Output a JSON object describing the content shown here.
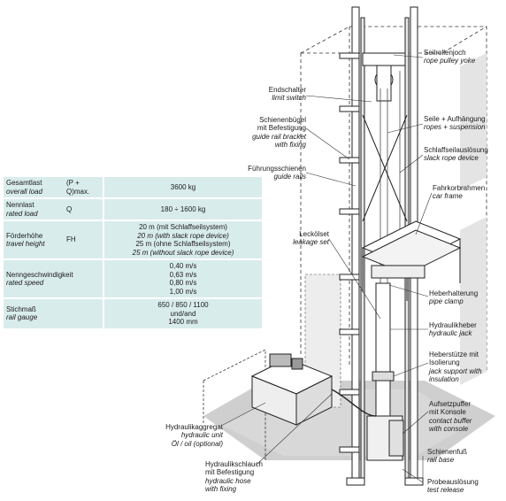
{
  "specs": [
    {
      "label_de": "Gesamtlast",
      "label_en": "overall load",
      "symbol": "(P + Q)max.",
      "values": [
        "3600 kg"
      ],
      "italic_lines": []
    },
    {
      "label_de": "Nennlast",
      "label_en": "rated load",
      "symbol": "Q",
      "values": [
        "180 ÷ 1600 kg"
      ],
      "italic_lines": []
    },
    {
      "label_de": "Förderhöhe",
      "label_en": "travel height",
      "symbol": "FH",
      "values": [
        "20 m (mit Schlaffseilsystem)",
        "20 m (with slack rope device)",
        "25 m (ohne Schlaffseilsystem)",
        "25 m (without slack rope device)"
      ],
      "italic_lines": [
        1,
        3
      ]
    },
    {
      "label_de": "Nenngeschwindigkeit",
      "label_en": "rated speed",
      "symbol": "",
      "values": [
        "0,40 m/s",
        "0,63 m/s",
        "0,80 m/s",
        "1,00 m/s"
      ],
      "italic_lines": []
    },
    {
      "label_de": "Stichmaß",
      "label_en": "rail gauge",
      "symbol": "",
      "values": [
        "650 / 850 / 1100",
        "und/and",
        "1400 mm"
      ],
      "italic_lines": []
    }
  ],
  "callouts": {
    "seilrollenjoch": {
      "de": "Seilrollenjoch",
      "en": "rope pulley yoke"
    },
    "endschalter": {
      "de": "Endschalter",
      "en": "limit switch"
    },
    "schienenbuegel": {
      "de1": "Schienenbügel",
      "de2": "mit Befestigung",
      "en1": "guide rail bracket",
      "en2": "with fixing"
    },
    "seile": {
      "de": "Seile + Aufhängung",
      "en": "ropes + suspension"
    },
    "schlaffseil": {
      "de": "Schlaffseilauslösung",
      "en": "slack rope device"
    },
    "fuehrungsschienen": {
      "de": "Führungsschienen",
      "en": "guide rails"
    },
    "fahrkorbrahmen": {
      "de": "Fahrkorbrahmen",
      "en": "car frame"
    },
    "leckoel": {
      "de": "Leckölset",
      "en": "leakage set"
    },
    "heberhalterung": {
      "de": "Heberhalterung",
      "en": "pipe clamp"
    },
    "hydraulikheber": {
      "de": "Hydraulikheber",
      "en": "hydraulic jack"
    },
    "heberstuetze": {
      "de1": "Heberstütze mit",
      "de2": "Isolierung",
      "en1": "jack support with",
      "en2": "insulation"
    },
    "aufsetzpuffer": {
      "de1": "Aufsetzpuffer",
      "de2": "mit Konsole",
      "en1": "contact buffer",
      "en2": "with console"
    },
    "hydraulikaggregat": {
      "de": "Hydraulikaggregat",
      "en": "hydraulic unit",
      "oil": "Öl / oil (optional)"
    },
    "schienenfuss": {
      "de": "Schienenfuß",
      "en": "rail base"
    },
    "hydraulikschlauch": {
      "de1": "Hydraulikschlauch",
      "de2": "mit Befestigung",
      "en1": "hydraulic hose",
      "en2": "with fixing"
    },
    "probeausloesung": {
      "de": "Probeauslösung",
      "en": "test release"
    }
  }
}
